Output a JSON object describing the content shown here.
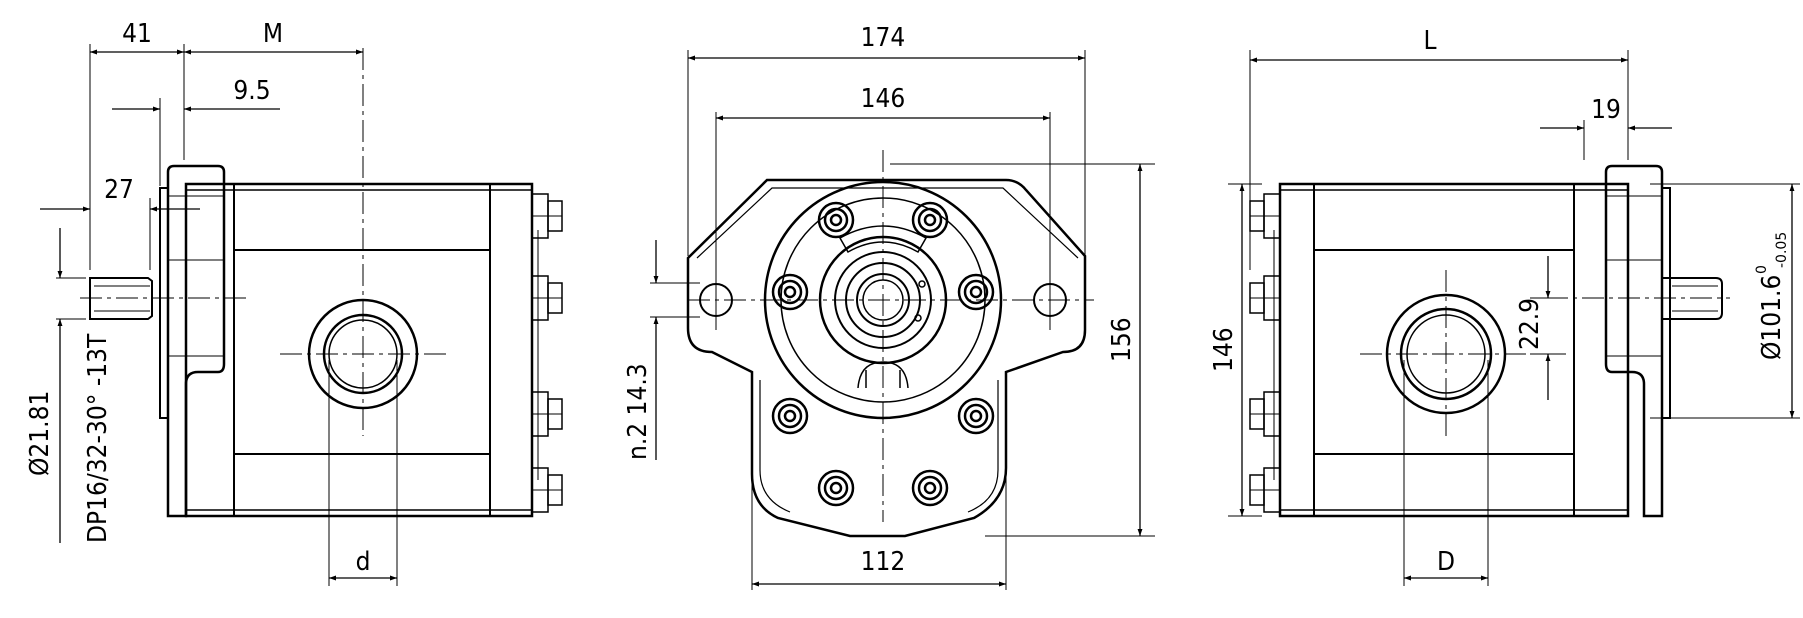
{
  "drawing": {
    "left_view": {
      "dims": {
        "d41": "41",
        "dM": "M",
        "d95": "9.5",
        "d27": "27",
        "dd": "d",
        "shaft_dia": "Ø21.81",
        "spline": "DP16/32-30° -13T"
      }
    },
    "front_view": {
      "dims": {
        "d174": "174",
        "d146": "146",
        "d156": "156",
        "d112": "112",
        "holes": "n.2 14.3"
      }
    },
    "right_view": {
      "dims": {
        "dL": "L",
        "d19": "19",
        "d146v": "146",
        "d229": "22.9",
        "dD": "D",
        "pilot": "Ø101.6",
        "tol_upper": "0",
        "tol_lower": "-0.05"
      }
    }
  }
}
